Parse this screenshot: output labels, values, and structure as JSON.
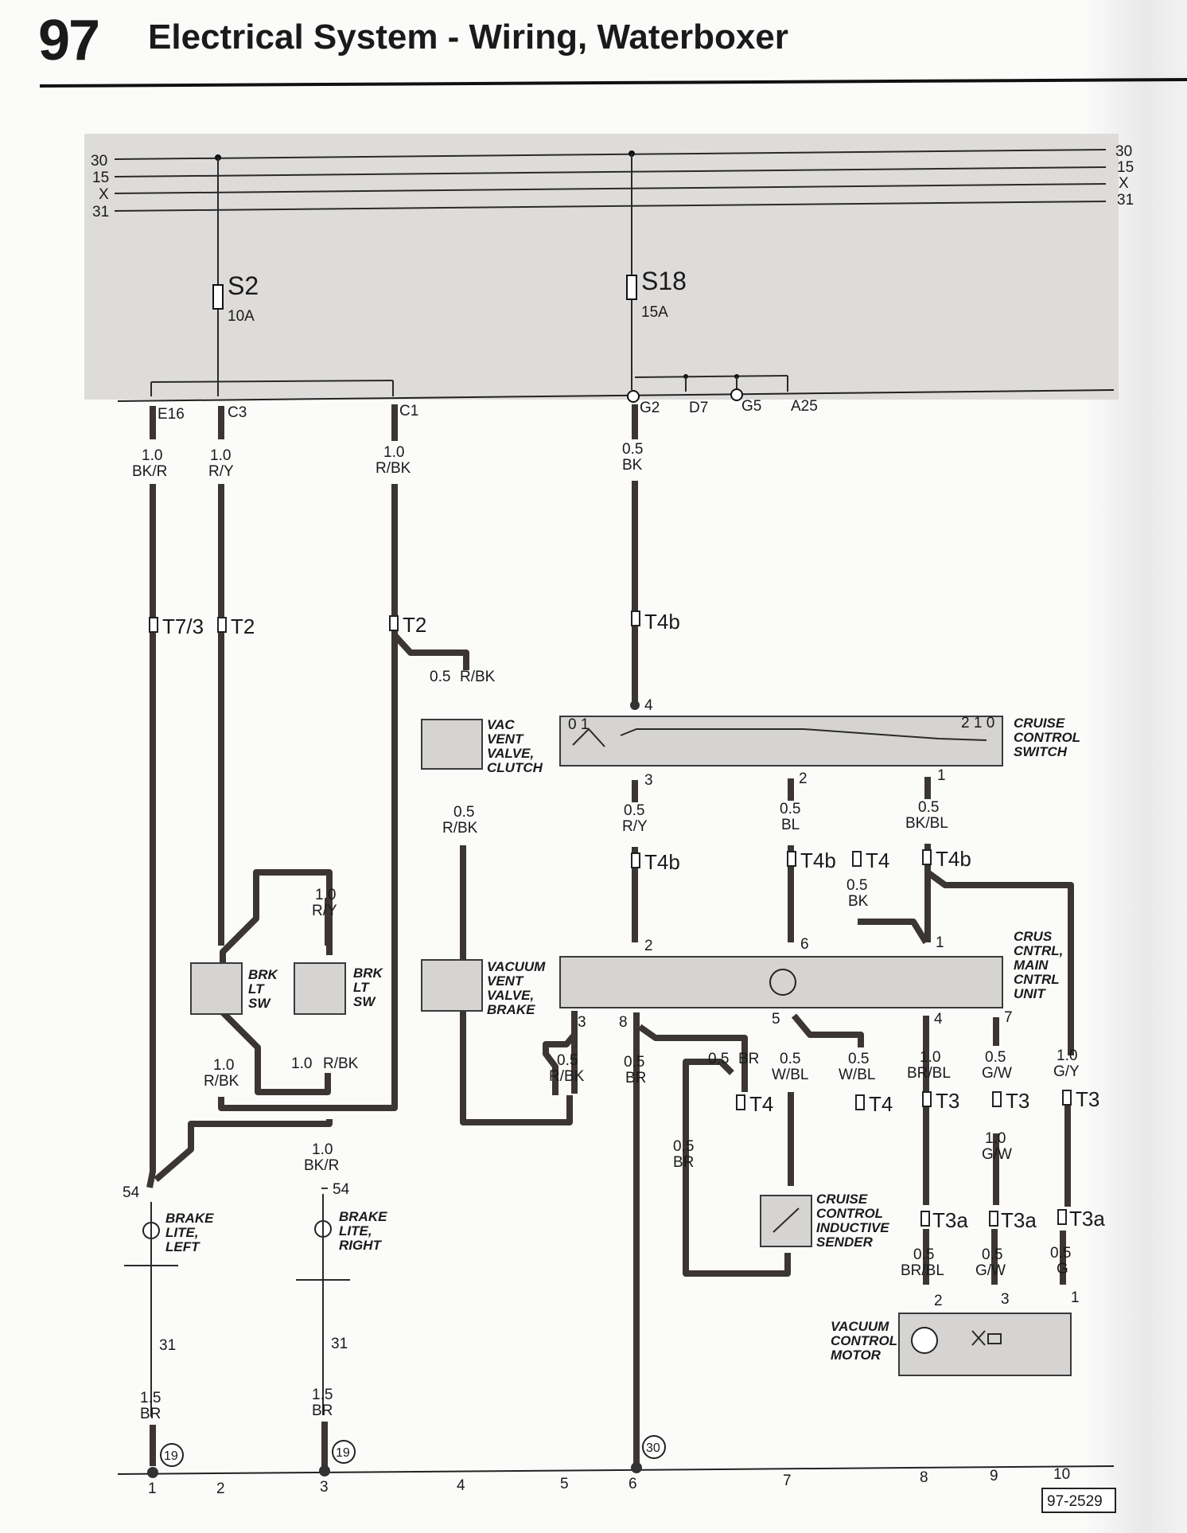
{
  "header": {
    "page_number": "97",
    "title": "Electrical System - Wiring, Waterboxer"
  },
  "bus_lines": {
    "left": [
      "30",
      "15",
      "X",
      "31"
    ],
    "right": [
      "30",
      "15",
      "X",
      "31"
    ]
  },
  "fuses": [
    {
      "id": "S2",
      "rating": "10A"
    },
    {
      "id": "S18",
      "rating": "15A"
    }
  ],
  "fuse_panel_terminals": [
    "E16",
    "C3",
    "C1",
    "G2",
    "D7",
    "G5",
    "A25"
  ],
  "wires": [
    {
      "size": "1.0",
      "color": "BK/R"
    },
    {
      "size": "1.0",
      "color": "R/Y"
    },
    {
      "size": "1.0",
      "color": "R/BK"
    },
    {
      "size": "0.5",
      "color": "BK"
    },
    {
      "size": "0.5",
      "color": "R/BK"
    },
    {
      "size": "0.5",
      "color": "R/BK"
    },
    {
      "size": "0.5",
      "color": "R/Y"
    },
    {
      "size": "0.5",
      "color": "BL"
    },
    {
      "size": "0.5",
      "color": "BK/BL"
    },
    {
      "size": "0.5",
      "color": "BK"
    },
    {
      "size": "1.0",
      "color": "R/Y"
    },
    {
      "size": "1.0",
      "color": "R/BK"
    },
    {
      "size": "1.0",
      "color": "R/BK"
    },
    {
      "size": "0.5",
      "color": "R/BK"
    },
    {
      "size": "0.5",
      "color": "BR"
    },
    {
      "size": "0.5",
      "color": "BR"
    },
    {
      "size": "0.5",
      "color": "W/BL"
    },
    {
      "size": "0.5",
      "color": "W/BL"
    },
    {
      "size": "1.0",
      "color": "BR/BL"
    },
    {
      "size": "0.5",
      "color": "G/W"
    },
    {
      "size": "1.0",
      "color": "G/Y"
    },
    {
      "size": "1.0",
      "color": "G/W"
    },
    {
      "size": "0.5",
      "color": "BR"
    },
    {
      "size": "1.0",
      "color": "BK/R"
    },
    {
      "size": "0.5",
      "color": "BR/BL"
    },
    {
      "size": "0.5",
      "color": "G/W"
    },
    {
      "size": "0.5",
      "color": "G"
    },
    {
      "size": "1.5",
      "color": "BR"
    },
    {
      "size": "1.5",
      "color": "BR"
    }
  ],
  "connectors": [
    "T7/3",
    "T2",
    "T2",
    "T4b",
    "T4b",
    "T4b",
    "T4",
    "T4b",
    "T4",
    "T4",
    "T3",
    "T3",
    "T3",
    "T3a",
    "T3a",
    "T3a"
  ],
  "components": [
    {
      "name": "CRUISE CONTROL SWITCH",
      "lines": [
        "CRUISE",
        "CONTROL",
        "SWITCH"
      ]
    },
    {
      "name": "VAC VENT VALVE, CLUTCH",
      "lines": [
        "VAC",
        "VENT",
        "VALVE,",
        "CLUTCH"
      ]
    },
    {
      "name": "VACUUM VENT VALVE, BRAKE",
      "lines": [
        "VACUUM",
        "VENT",
        "VALVE,",
        "BRAKE"
      ]
    },
    {
      "name": "BRK LT SW",
      "lines": [
        "BRK",
        "LT",
        "SW"
      ]
    },
    {
      "name": "BRK LT SW",
      "lines": [
        "BRK",
        "LT",
        "SW"
      ]
    },
    {
      "name": "CRUS CNTRL, MAIN CNTRL UNIT",
      "lines": [
        "CRUS",
        "CNTRL,",
        "MAIN",
        "CNTRL",
        "UNIT"
      ]
    },
    {
      "name": "CRUISE CONTROL INDUCTIVE SENDER",
      "lines": [
        "CRUISE",
        "CONTROL",
        "INDUCTIVE",
        "SENDER"
      ]
    },
    {
      "name": "VACUUM CONTROL MOTOR",
      "lines": [
        "VACUUM",
        "CONTROL",
        "MOTOR"
      ]
    },
    {
      "name": "BRAKE LITE, LEFT",
      "lines": [
        "BRAKE",
        "LITE,",
        "LEFT"
      ]
    },
    {
      "name": "BRAKE LITE, RIGHT",
      "lines": [
        "BRAKE",
        "LITE,",
        "RIGHT"
      ]
    }
  ],
  "switch_positions": {
    "left": "0 1",
    "right": "2 1 0"
  },
  "pins": [
    "4",
    "3",
    "2",
    "1",
    "2",
    "6",
    "1",
    "3",
    "8",
    "5",
    "4",
    "7",
    "2",
    "3",
    "1",
    "54",
    "54",
    "31",
    "31"
  ],
  "ground_points": [
    "19",
    "19",
    "30"
  ],
  "current_tracks": [
    "1",
    "2",
    "3",
    "4",
    "5",
    "6",
    "7",
    "8",
    "9",
    "10"
  ],
  "figure_id": "97-2529"
}
